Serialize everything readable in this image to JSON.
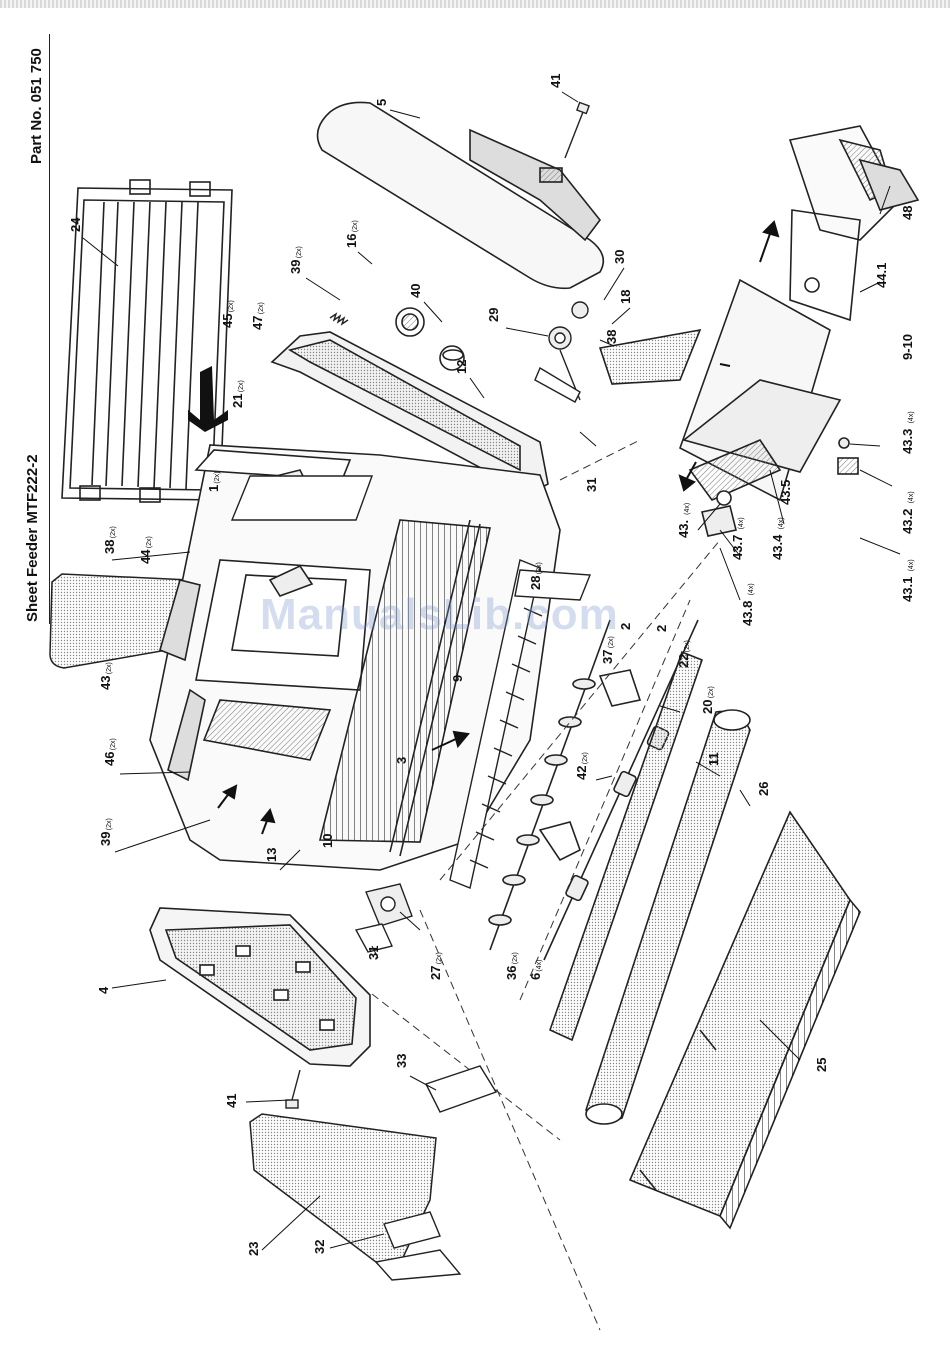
{
  "header": {
    "title": "Sheet Feeder MTF222-2",
    "part_no": "Part No. 051 750"
  },
  "watermark": "ManualsLib.com",
  "callouts": [
    {
      "id": "c24",
      "text": "24",
      "sub": ""
    },
    {
      "id": "c5",
      "text": "5",
      "sub": ""
    },
    {
      "id": "c41a",
      "text": "41",
      "sub": ""
    },
    {
      "id": "c39a",
      "text": "39",
      "sub": "(2x)"
    },
    {
      "id": "c16",
      "text": "16",
      "sub": "(2x)"
    },
    {
      "id": "c45",
      "text": "45",
      "sub": "(2x)"
    },
    {
      "id": "c47",
      "text": "47",
      "sub": "(2x)"
    },
    {
      "id": "c40",
      "text": "40",
      "sub": ""
    },
    {
      "id": "c12",
      "text": "12",
      "sub": ""
    },
    {
      "id": "c29",
      "text": "29",
      "sub": ""
    },
    {
      "id": "c30",
      "text": "30",
      "sub": ""
    },
    {
      "id": "c18",
      "text": "18",
      "sub": ""
    },
    {
      "id": "c38a",
      "text": "38",
      "sub": ""
    },
    {
      "id": "c21",
      "text": "21",
      "sub": "(2x)"
    },
    {
      "id": "c1",
      "text": "1",
      "sub": "(2x)"
    },
    {
      "id": "c31a",
      "text": "31",
      "sub": ""
    },
    {
      "id": "c38b",
      "text": "38",
      "sub": "(2x)"
    },
    {
      "id": "c44a",
      "text": "44",
      "sub": "(2x)"
    },
    {
      "id": "c43a",
      "text": "43",
      "sub": "(2x)"
    },
    {
      "id": "c46",
      "text": "46",
      "sub": "(2x)"
    },
    {
      "id": "c39b",
      "text": "39",
      "sub": "(2x)"
    },
    {
      "id": "c28",
      "text": "28",
      "sub": "(2x)"
    },
    {
      "id": "c2a",
      "text": "2",
      "sub": ""
    },
    {
      "id": "c2b",
      "text": "2",
      "sub": ""
    },
    {
      "id": "c37",
      "text": "37",
      "sub": "(2x)"
    },
    {
      "id": "c22",
      "text": "22",
      "sub": "(2x)"
    },
    {
      "id": "c20",
      "text": "20",
      "sub": "(2x)"
    },
    {
      "id": "c9",
      "text": "9",
      "sub": ""
    },
    {
      "id": "c3",
      "text": "3",
      "sub": ""
    },
    {
      "id": "c42",
      "text": "42",
      "sub": "(2x)"
    },
    {
      "id": "c11",
      "text": "11",
      "sub": ""
    },
    {
      "id": "c26",
      "text": "26",
      "sub": ""
    },
    {
      "id": "c13",
      "text": "13",
      "sub": ""
    },
    {
      "id": "c10",
      "text": "10",
      "sub": ""
    },
    {
      "id": "c36",
      "text": "36",
      "sub": "(2x)"
    },
    {
      "id": "c6",
      "text": "6",
      "sub": "(4x)"
    },
    {
      "id": "c27",
      "text": "27",
      "sub": "(2x)"
    },
    {
      "id": "c31b",
      "text": "31",
      "sub": ""
    },
    {
      "id": "c4",
      "text": "4",
      "sub": ""
    },
    {
      "id": "c33",
      "text": "33",
      "sub": ""
    },
    {
      "id": "c41b",
      "text": "41",
      "sub": ""
    },
    {
      "id": "c25",
      "text": "25",
      "sub": ""
    },
    {
      "id": "c23",
      "text": "23",
      "sub": ""
    },
    {
      "id": "c32",
      "text": "32",
      "sub": ""
    },
    {
      "id": "c48",
      "text": "48",
      "sub": ""
    },
    {
      "id": "c441",
      "text": "44.1",
      "sub": ""
    },
    {
      "id": "c910",
      "text": "9-10",
      "sub": ""
    },
    {
      "id": "c433",
      "text": "43.3",
      "sub": "(4x)"
    },
    {
      "id": "c432",
      "text": "43.2",
      "sub": "(4x)"
    },
    {
      "id": "c431",
      "text": "43.1",
      "sub": "(4x)"
    },
    {
      "id": "c434",
      "text": "43.4",
      "sub": "(4x)"
    },
    {
      "id": "c435",
      "text": "43.5",
      "sub": ""
    },
    {
      "id": "c437",
      "text": "43.7",
      "sub": "(4x)"
    },
    {
      "id": "c436",
      "text": "43.",
      "sub": "(4x)"
    },
    {
      "id": "c438",
      "text": "43.8",
      "sub": "(4x)"
    }
  ]
}
